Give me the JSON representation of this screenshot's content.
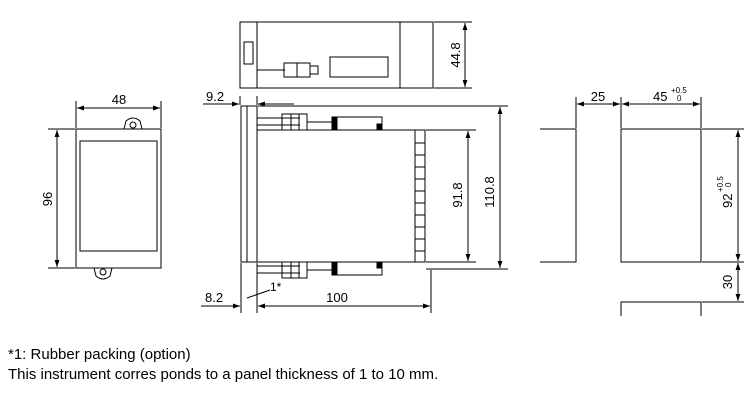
{
  "dimensions": {
    "front_width": "48",
    "front_height": "96",
    "top_height": "44.8",
    "bezel_offset": "9.2",
    "body_height": "91.8",
    "total_height": "110.8",
    "bezel_thickness": "8.2",
    "packing_mark": "1*",
    "depth": "100",
    "cutout_margin": "25",
    "cutout_width": "45",
    "cutout_width_tol_upper": "+0.5",
    "cutout_width_tol_lower": "0",
    "cutout_height": "92",
    "cutout_height_tol_upper": "+0.5",
    "cutout_height_tol_lower": "0",
    "cutout_spacing": "30"
  },
  "notes": {
    "rubber_packing": "*1: Rubber packing (option)",
    "panel_thickness": "This instrument corres ponds to a panel thickness of 1 to 10 mm."
  }
}
